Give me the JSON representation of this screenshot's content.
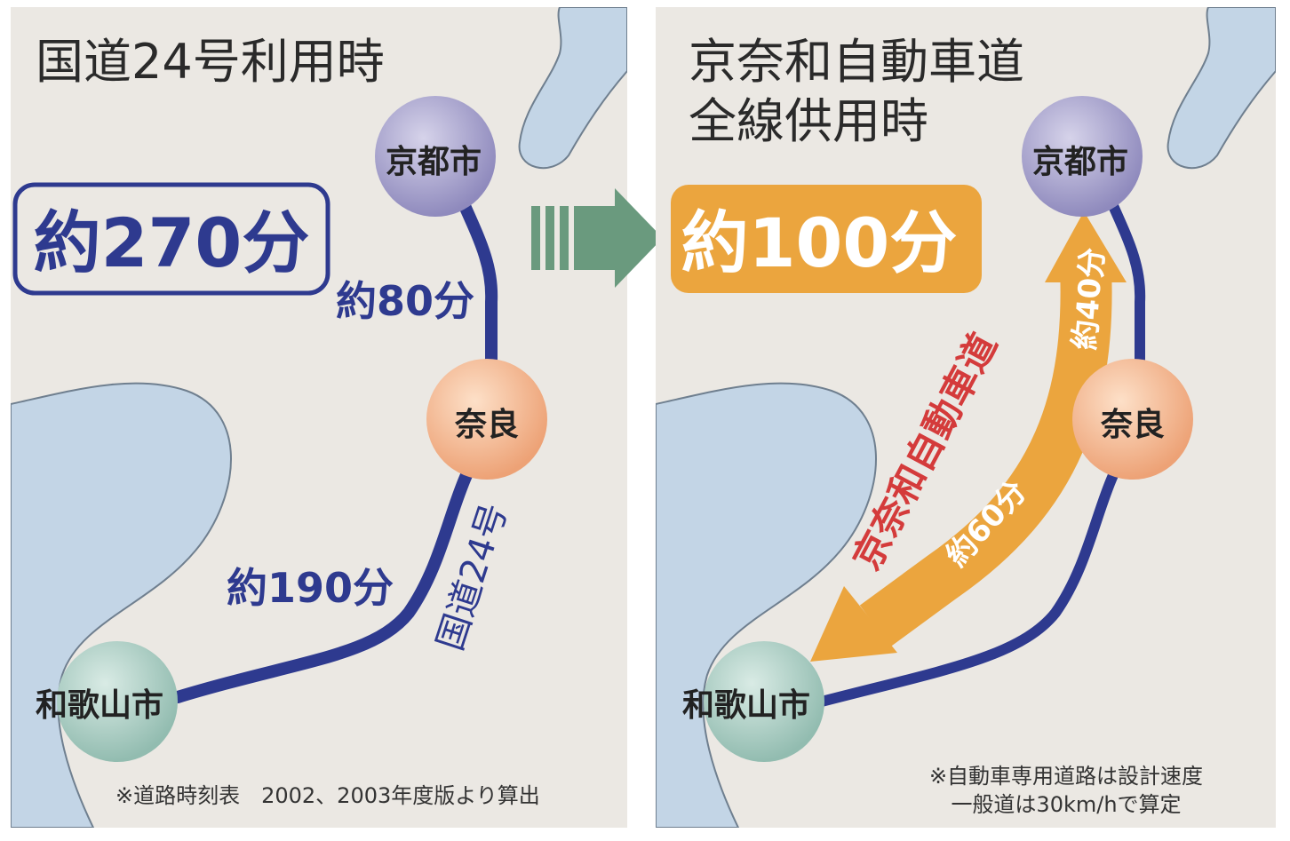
{
  "colors": {
    "background": "#ebe8e3",
    "water": "#c3d5e6",
    "route24": "#2e3a8f",
    "expressway": "#eba53e",
    "expressway_label": "#d43b3b",
    "transition_arrow": "#6a9a7e"
  },
  "left": {
    "title": "国道24号利用時",
    "total_time": "約270分",
    "kyoto": "京都市",
    "nara": "奈良",
    "wakayama": "和歌山市",
    "segment_kyoto_nara": "約80分",
    "segment_nara_wakayama": "約190分",
    "route_name": "国道24号",
    "footnote": "※道路時刻表　2002、2003年度版より算出"
  },
  "right": {
    "title_line1": "京奈和自動車道",
    "title_line2": "全線供用時",
    "total_time": "約100分",
    "kyoto": "京都市",
    "nara": "奈良",
    "wakayama": "和歌山市",
    "expressway_name": "京奈和自動車道",
    "segment_kyoto_nara": "約40分",
    "segment_nara_wakayama": "約60分",
    "footnote_line1": "※自動車専用道路は設計速度",
    "footnote_line2": "一般道は30km/hで算定"
  }
}
